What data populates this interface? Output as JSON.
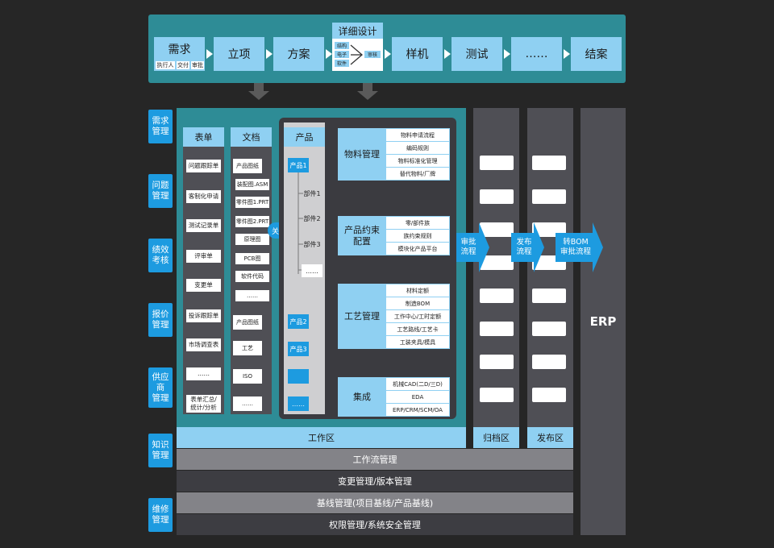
{
  "phases": {
    "stages": [
      "需求",
      "立项",
      "方案",
      "详细设计",
      "样机",
      "测试",
      "……",
      "结案"
    ],
    "requirement_subs": [
      "执行人",
      "交付",
      "审批"
    ],
    "design_inputs": [
      "结构",
      "电子",
      "软件"
    ],
    "design_review": "审核"
  },
  "sidebar": {
    "items": [
      "需求\n管理",
      "问题\n管理",
      "绩效\n考核",
      "报价\n管理",
      "供应商\n管理",
      "知识\n管理",
      "维修\n管理"
    ]
  },
  "forms": {
    "header": "表单",
    "items": [
      "问题跟踪单",
      "客制化申请",
      "测试记录单",
      "评审单",
      "变更单",
      "投诉跟踪单",
      "市场调查表",
      "……",
      "表单汇总/\n统计/分析"
    ]
  },
  "docs": {
    "header": "文档",
    "items": [
      "产品图纸",
      "装配图.ASM",
      "零件图1.PRT",
      "零件图2.PRT",
      "原理图",
      "PCB图",
      "软件代码",
      "……",
      "产品图纸",
      "工艺",
      "ISO",
      "……"
    ]
  },
  "link_label": "关联",
  "product": {
    "header": "产品",
    "p1": "产品1",
    "parts": [
      "部件1",
      "部件2",
      "部件3",
      "……"
    ],
    "p2": "产品2",
    "p3": "产品3",
    "more": "……"
  },
  "modules": [
    {
      "title": "物料管理",
      "items": [
        "物料申请流程",
        "编码规则",
        "物料标准化管理",
        "替代物料/厂牌"
      ]
    },
    {
      "title": "产品约束\n配置",
      "items": [
        "零/部件族",
        "族约束规则",
        "模块化产品平台"
      ]
    },
    {
      "title": "工艺管理",
      "items": [
        "材料定额",
        "制造BOM",
        "工作中心/工时定额",
        "工艺路线/工艺卡",
        "工装夹具/模具"
      ]
    },
    {
      "title": "集成",
      "items": [
        "机械CAD(二D/三D)",
        "EDA",
        "ERP/CRM/SCM/OA"
      ]
    }
  ],
  "flows": {
    "approve": "审批\n流程",
    "publish": "发布\n流程",
    "bom": "转BOM\n审批流程"
  },
  "zones": {
    "work": "工作区",
    "archive": "归档区",
    "release": "发布区"
  },
  "erp": "ERP",
  "bottom_bars": [
    "工作流管理",
    "变更管理/版本管理",
    "基线管理(项目基线/产品基线)",
    "权限管理/系统安全管理"
  ]
}
